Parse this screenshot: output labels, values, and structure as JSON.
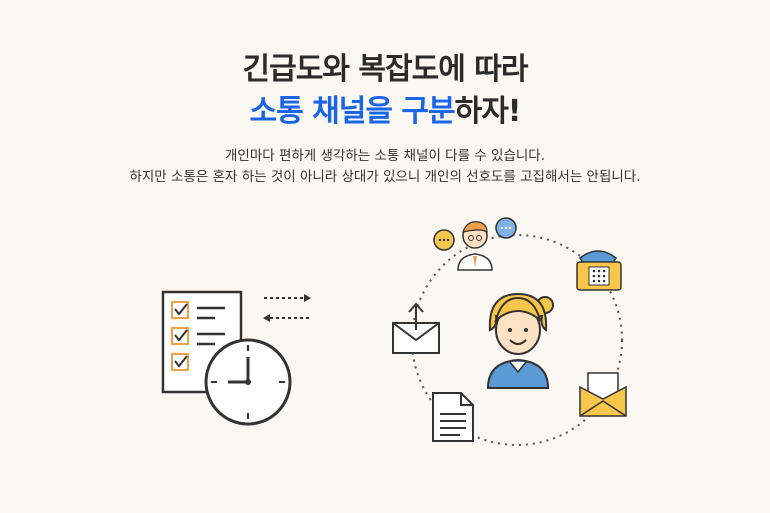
{
  "heading": {
    "line1": "긴급도와 복잡도에 따라",
    "line2_highlight": "소통 채널을 구분",
    "line2_rest": "하자!"
  },
  "description": {
    "line1": "개인마다 편하게 생각하는 소통 채널이 다를 수 있습니다.",
    "line2": "하지만 소통은 혼자 하는 것이 아니라 상대가 있으니 개인의 선호도를 고집해서는 안됩니다."
  },
  "colors": {
    "background": "#fbf7f2",
    "highlight": "#1a64e8",
    "text": "#2b2b2b",
    "accent_orange": "#f0a04b",
    "accent_yellow": "#f7c64a",
    "accent_blue": "#5b9bd5"
  },
  "icons": [
    "checklist-icon",
    "clock-icon",
    "transfer-arrows-icon",
    "person-icon",
    "chat-bubble-icon",
    "telephone-icon",
    "mail-send-icon",
    "document-icon",
    "open-envelope-icon",
    "woman-avatar-icon"
  ]
}
